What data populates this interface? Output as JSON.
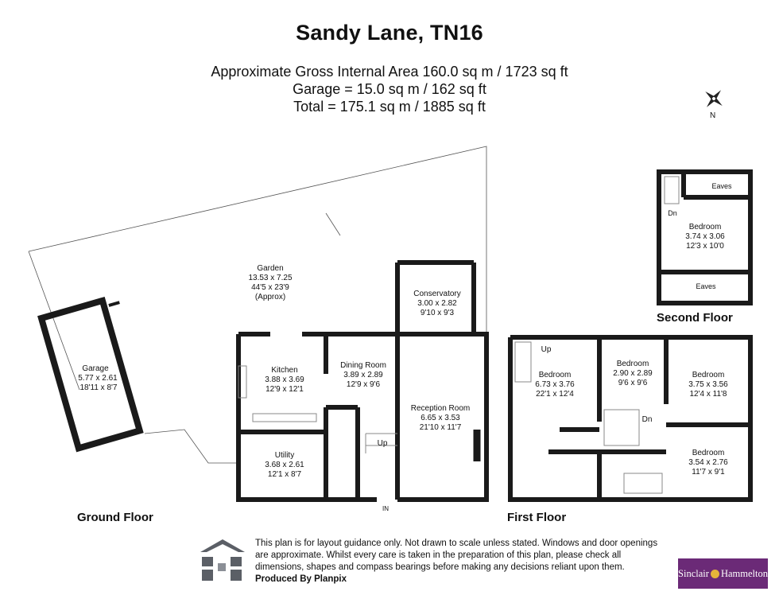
{
  "title": "Sandy Lane, TN16",
  "area": {
    "gross": "Approximate Gross Internal Area 160.0 sq m / 1723 sq ft",
    "garage": "Garage = 15.0 sq m / 162 sq ft",
    "total": "Total = 175.1 sq m / 1885 sq ft"
  },
  "compass": {
    "label": "N",
    "icon": "compass-rose-icon"
  },
  "floors": {
    "ground": "Ground Floor",
    "first": "First Floor",
    "second": "Second Floor"
  },
  "rooms": {
    "garden": {
      "name": "Garden",
      "metric": "13.53 x 7.25",
      "imperial": "44'5 x 23'9",
      "note": "(Approx)"
    },
    "garage": {
      "name": "Garage",
      "metric": "5.77 x 2.61",
      "imperial": "18'11 x 8'7"
    },
    "conservatory": {
      "name": "Conservatory",
      "metric": "3.00 x 2.82",
      "imperial": "9'10 x 9'3"
    },
    "kitchen": {
      "name": "Kitchen",
      "metric": "3.88 x 3.69",
      "imperial": "12'9 x 12'1"
    },
    "dining": {
      "name": "Dining Room",
      "metric": "3.89 x 2.89",
      "imperial": "12'9 x 9'6"
    },
    "reception": {
      "name": "Reception Room",
      "metric": "6.65 x 3.53",
      "imperial": "21'10 x 11'7"
    },
    "utility": {
      "name": "Utility",
      "metric": "3.68 x 2.61",
      "imperial": "12'1 x 8'7"
    },
    "bed1": {
      "name": "Bedroom",
      "metric": "6.73 x 3.76",
      "imperial": "22'1 x 12'4"
    },
    "bed2": {
      "name": "Bedroom",
      "metric": "2.90 x 2.89",
      "imperial": "9'6 x 9'6"
    },
    "bed3": {
      "name": "Bedroom",
      "metric": "3.75 x 3.56",
      "imperial": "12'4 x 11'8"
    },
    "bed4": {
      "name": "Bedroom",
      "metric": "3.54 x 2.76",
      "imperial": "11'7 x 9'1"
    },
    "bed5": {
      "name": "Bedroom",
      "metric": "3.74 x 3.06",
      "imperial": "12'3 x 10'0"
    }
  },
  "labels": {
    "up_ground": "Up",
    "in": "IN",
    "up_first": "Up",
    "dn_first": "Dn",
    "dn_second": "Dn",
    "eaves_top": "Eaves",
    "eaves_bottom": "Eaves"
  },
  "footer": {
    "disclaimer": "This plan is for layout guidance only. Not drawn to scale unless stated. Windows and door openings are approximate. Whilst every care is taken in the preparation of this plan, please check all dimensions, shapes and compass bearings before making any decisions reliant upon them.",
    "produced_by": "Produced By Planpix",
    "brand_left": "Sinclair",
    "brand_right": "Hammelton",
    "logo_icon": "planpix-logo-icon"
  },
  "colors": {
    "wall": "#1a1a1a",
    "brand": "#6b2a77"
  }
}
